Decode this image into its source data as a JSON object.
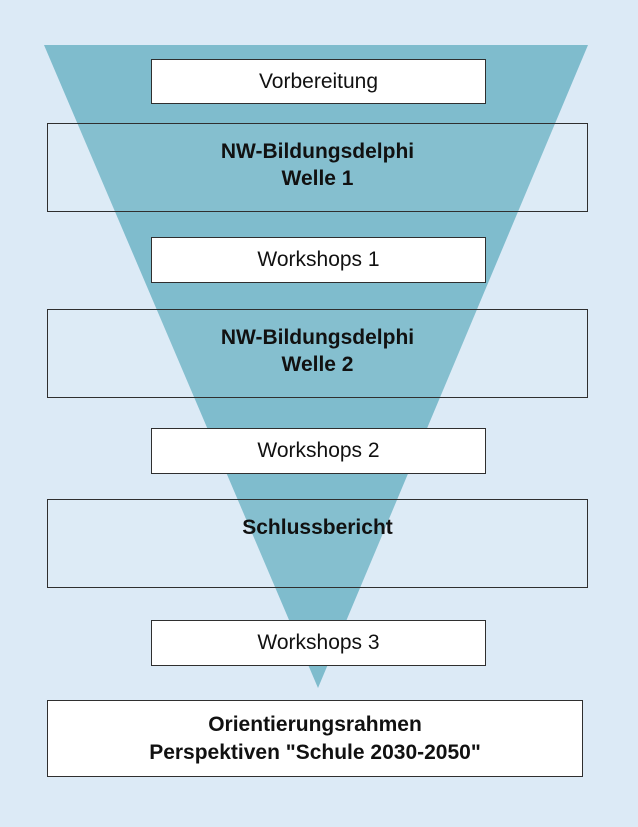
{
  "funnel": {
    "color": "#7fbccd"
  },
  "stages": {
    "vorbereitung": {
      "label": "Vorbereitung"
    },
    "welle1": {
      "line1": "NW-Bildungsdelphi",
      "line2": "Welle 1"
    },
    "workshops1": {
      "label": "Workshops 1"
    },
    "welle2": {
      "line1": "NW-Bildungsdelphi",
      "line2": "Welle 2"
    },
    "workshops2": {
      "label": "Workshops 2"
    },
    "schlussbericht": {
      "label": "Schlussbericht"
    },
    "workshops3": {
      "label": "Workshops 3"
    },
    "orientierung": {
      "line1": "Orientierungsrahmen",
      "line2": "Perspektiven \"Schule 2030-2050\""
    }
  }
}
